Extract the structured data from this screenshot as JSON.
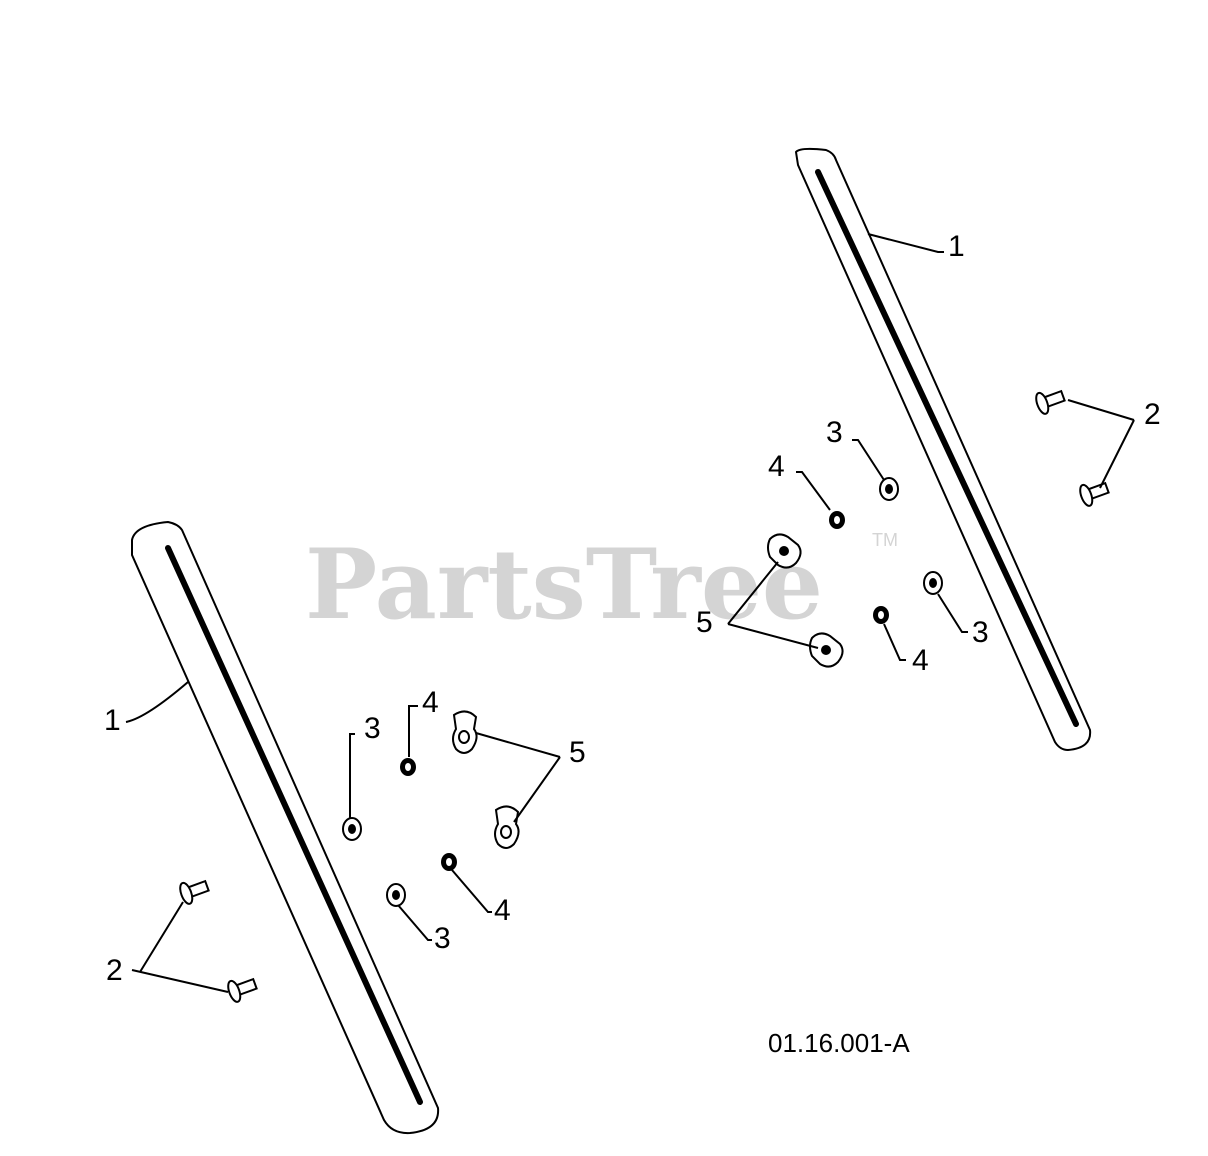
{
  "watermark": {
    "text": "PartsTree",
    "trademark": "TM"
  },
  "drawing_code": "01.16.001-A",
  "callouts": {
    "rail": "1",
    "bolt": "2",
    "flat_washer": "3",
    "lock_washer": "4",
    "wing_nut": "5"
  }
}
